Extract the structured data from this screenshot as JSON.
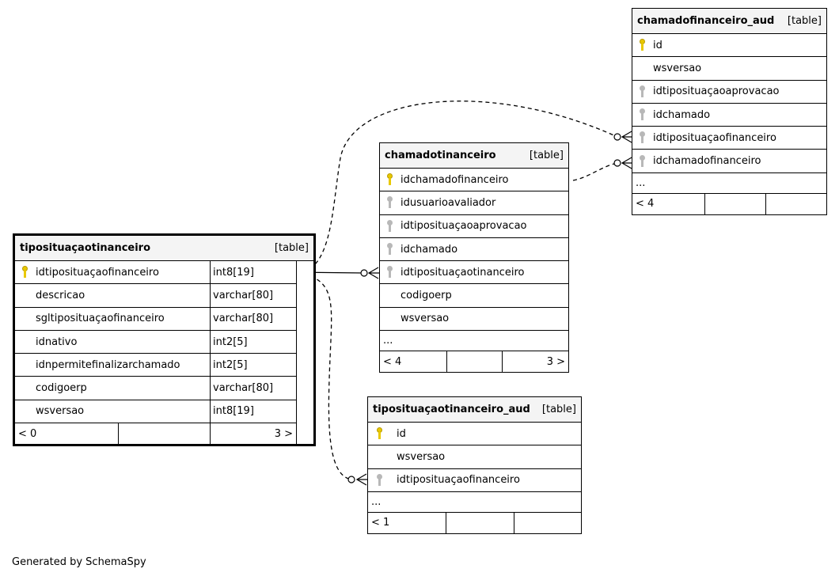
{
  "tables": {
    "tipo": {
      "name": "tiposituaçaotinanceiro",
      "kind": "[table]",
      "rows": [
        {
          "icon": "pk",
          "name": "idtiposituaçaofinanceiro",
          "type": "int8[19]"
        },
        {
          "icon": "none",
          "name": "descricao",
          "type": "varchar[80]"
        },
        {
          "icon": "none",
          "name": "sgltiposituaçaofinanceiro",
          "type": "varchar[80]"
        },
        {
          "icon": "none",
          "name": "idnativo",
          "type": "int2[5]"
        },
        {
          "icon": "none",
          "name": "idnpermitefinalizarchamado",
          "type": "int2[5]"
        },
        {
          "icon": "none",
          "name": "codigoerp",
          "type": "varchar[80]"
        },
        {
          "icon": "none",
          "name": "wsversao",
          "type": "int8[19]"
        }
      ],
      "footer": [
        "< 0",
        "",
        "3 >"
      ]
    },
    "chamado": {
      "name": "chamadotinanceiro",
      "kind": "[table]",
      "rows": [
        {
          "icon": "pk",
          "name": "idchamadofinanceiro"
        },
        {
          "icon": "fk",
          "name": "idusuarioavaliador"
        },
        {
          "icon": "fk",
          "name": "idtiposituaçaoaprovacao"
        },
        {
          "icon": "fk",
          "name": "idchamado"
        },
        {
          "icon": "fk",
          "name": "idtiposituaçaotinanceiro"
        },
        {
          "icon": "none",
          "name": "codigoerp"
        },
        {
          "icon": "none",
          "name": "wsversao"
        }
      ],
      "ellipsis": "...",
      "footer": [
        "< 4",
        "",
        "3 >"
      ]
    },
    "chamado_aud": {
      "name": "chamadofinanceiro_aud",
      "kind": "[table]",
      "rows": [
        {
          "icon": "pk",
          "name": "id"
        },
        {
          "icon": "none",
          "name": "wsversao"
        },
        {
          "icon": "fk",
          "name": "idtiposituaçaoaprovacao"
        },
        {
          "icon": "fk",
          "name": "idchamado"
        },
        {
          "icon": "fk",
          "name": "idtiposituaçaofinanceiro"
        },
        {
          "icon": "fk",
          "name": "idchamadofinanceiro"
        }
      ],
      "ellipsis": "...",
      "footer": [
        "< 4",
        "",
        ""
      ]
    },
    "tipo_aud": {
      "name": "tiposituaçaotinanceiro_aud",
      "kind": "[table]",
      "rows": [
        {
          "icon": "pk",
          "name": "id"
        },
        {
          "icon": "none",
          "name": "wsversao"
        },
        {
          "icon": "fk",
          "name": "idtiposituaçaofinanceiro"
        }
      ],
      "ellipsis": "...",
      "footer": [
        "< 1",
        "",
        ""
      ]
    }
  },
  "credit": "Generated by SchemaSpy"
}
